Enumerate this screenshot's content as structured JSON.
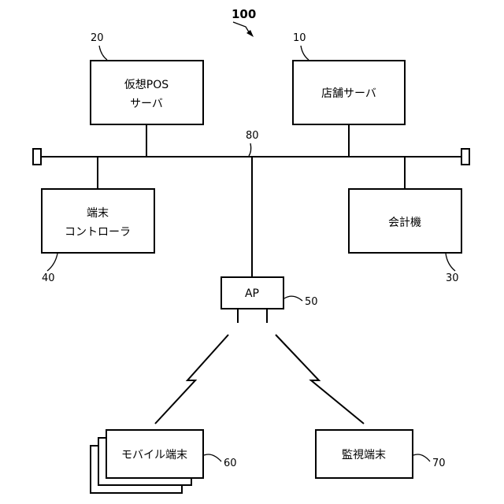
{
  "system": {
    "ref": "100"
  },
  "network": {
    "ref": "80"
  },
  "nodes": {
    "virtual_pos_server": {
      "ref": "20",
      "line1": "仮想POS",
      "line2": "サーバ"
    },
    "store_server": {
      "ref": "10",
      "label": "店舗サーバ"
    },
    "terminal_controller": {
      "ref": "40",
      "line1": "端末",
      "line2": "コントローラ"
    },
    "checkout_machine": {
      "ref": "30",
      "label": "会計機"
    },
    "access_point": {
      "ref": "50",
      "label": "AP"
    },
    "mobile_terminal": {
      "ref": "60",
      "label": "モバイル端末"
    },
    "monitoring_terminal": {
      "ref": "70",
      "label": "監視端末"
    }
  }
}
